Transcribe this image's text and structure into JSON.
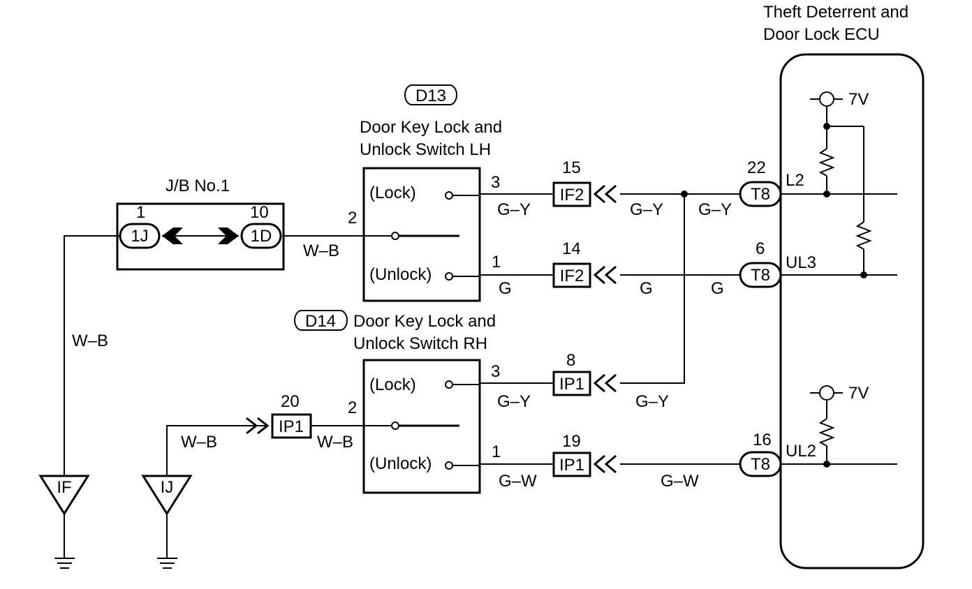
{
  "ecu": {
    "title_line1": "Theft Deterrent and",
    "title_line2": "Door Lock ECU",
    "supply_top": "7V",
    "supply_bottom": "7V"
  },
  "jb": {
    "title": "J/B No.1",
    "pin_left": "1",
    "conn_left": "1J",
    "pin_right": "10",
    "conn_right": "1D"
  },
  "switch_lh": {
    "code": "D13",
    "title_line1": "Door Key Lock and",
    "title_line2": "Unlock Switch LH",
    "lock": "(Lock)",
    "unlock": "(Unlock)",
    "pin_lock": "3",
    "pin_common": "2",
    "pin_unlock": "1"
  },
  "switch_rh": {
    "code": "D14",
    "title_line1": "Door Key Lock and",
    "title_line2": "Unlock Switch RH",
    "lock": "(Lock)",
    "unlock": "(Unlock)",
    "pin_lock": "3",
    "pin_common": "2",
    "pin_unlock": "1"
  },
  "connectors": {
    "if2_top": {
      "label": "IF2",
      "pin": "15"
    },
    "if2_bottom": {
      "label": "IF2",
      "pin": "14"
    },
    "ip1_a": {
      "label": "IP1",
      "pin": "8"
    },
    "ip1_b": {
      "label": "IP1",
      "pin": "19"
    },
    "ip1_c": {
      "label": "IP1",
      "pin": "20"
    },
    "t8_a": {
      "label": "T8",
      "pin": "22",
      "terminal": "L2"
    },
    "t8_b": {
      "label": "T8",
      "pin": "6",
      "terminal": "UL3"
    },
    "t8_c": {
      "label": "T8",
      "pin": "16",
      "terminal": "UL2"
    }
  },
  "wires": {
    "wb_jb": "W–B",
    "wb_left": "W–B",
    "wb_ij": "W–B",
    "wb_rh": "W–B",
    "gy_lh": "G–Y",
    "gy_mid": "G–Y",
    "gy_right": "G–Y",
    "g_lh": "G",
    "g_mid": "G",
    "g_right": "G",
    "gy_rh": "G–Y",
    "gy_rh_mid": "G–Y",
    "gw_rh": "G–W",
    "gw_mid": "G–W"
  },
  "grounds": {
    "left": "IF",
    "right": "IJ"
  }
}
